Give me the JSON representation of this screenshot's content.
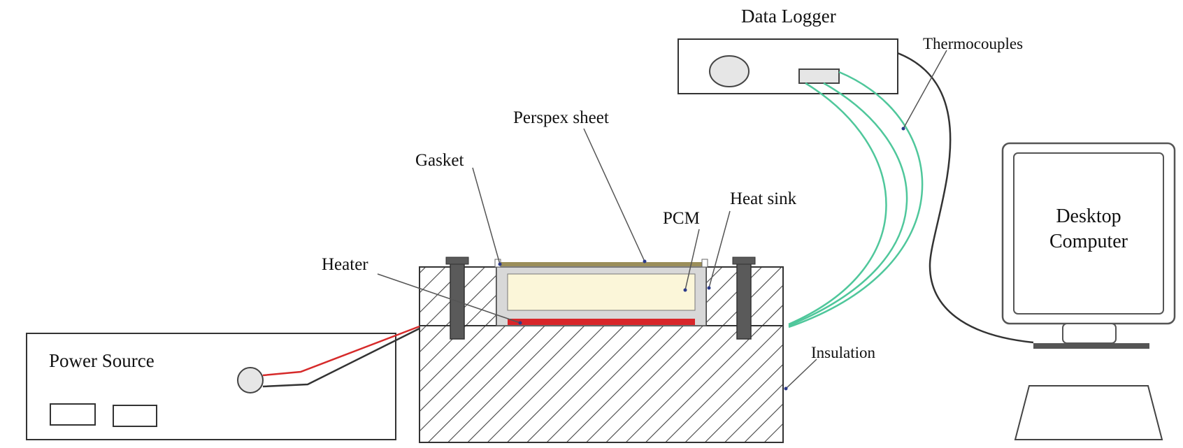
{
  "labels": {
    "data_logger": "Data Logger",
    "thermocouples": "Thermocouples",
    "perspex_sheet": "Perspex sheet",
    "gasket": "Gasket",
    "pcm": "PCM",
    "heat_sink": "Heat sink",
    "heater": "Heater",
    "desktop": "Desktop",
    "computer": "Computer",
    "insulation": "Insulation",
    "power_source": "Power Source"
  },
  "colors": {
    "thermocouple_wire": "#4fc79b",
    "positive_wire": "#d62a2a",
    "negative_wire": "#333333",
    "heater": "#d8262a",
    "pcm": "#fbf6d9",
    "perspex": "#9b8e5a",
    "heat_sink": "#d8d8d8",
    "hatch": "#444444"
  }
}
